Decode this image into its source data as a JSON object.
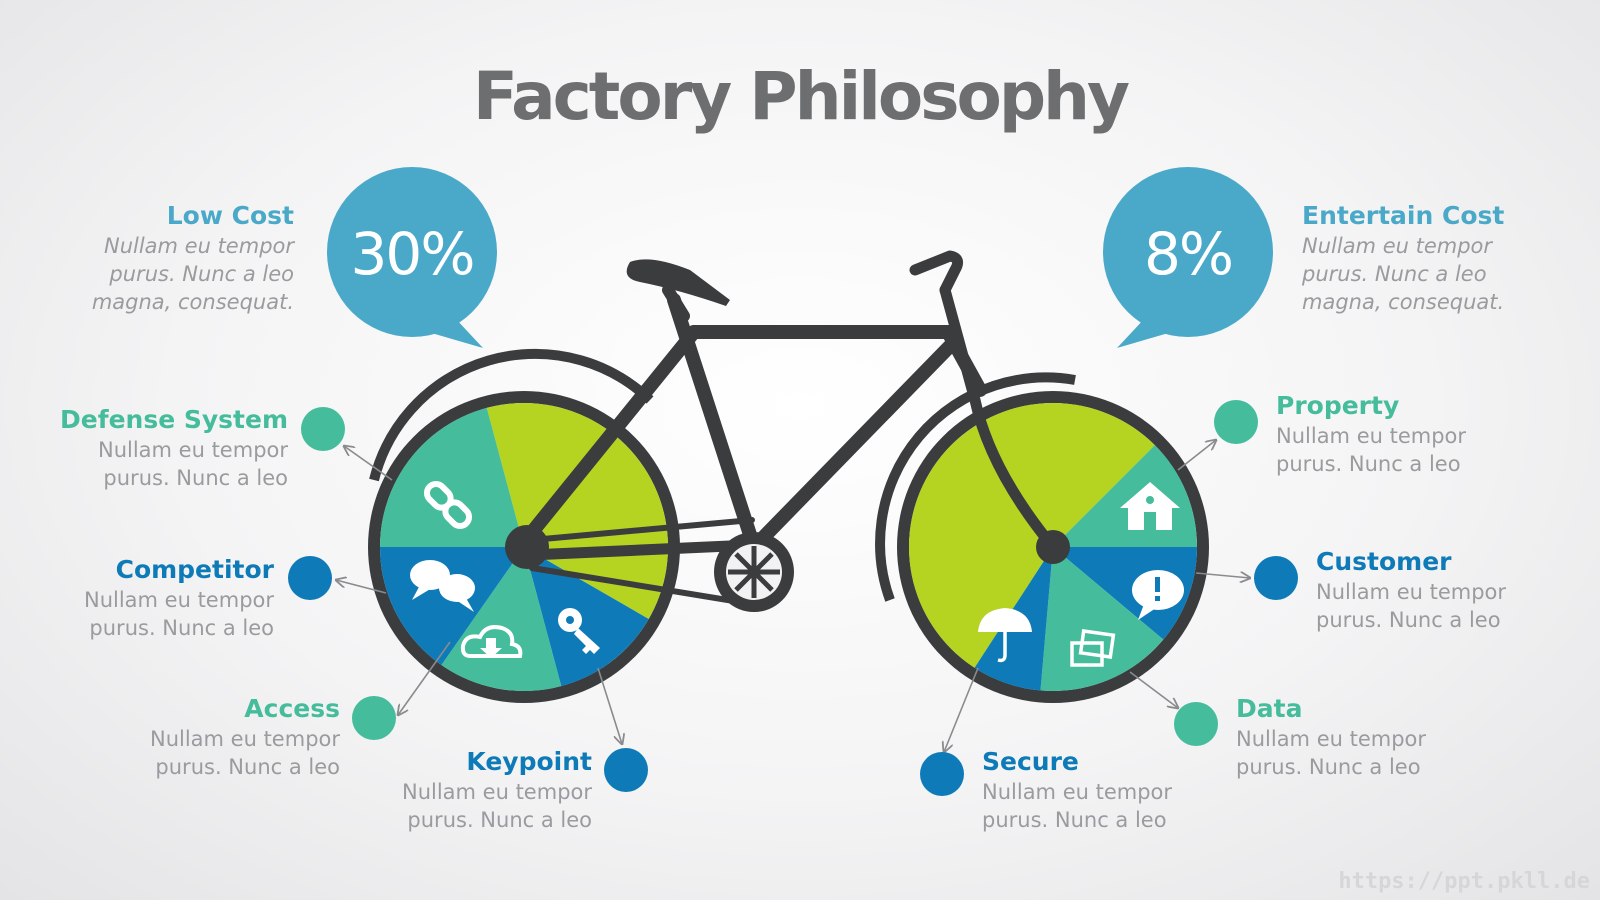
{
  "title": "Factory Philosophy",
  "colors": {
    "lime": "#b5d321",
    "teal": "#45bc9b",
    "blue": "#0e7bb8",
    "bubble": "#4aa9c9",
    "frame": "#3b3c3e",
    "gray_text": "#9a9b9e"
  },
  "stats": {
    "low_cost": {
      "heading": "Low Cost",
      "value": "30%",
      "desc": "Nullam eu tempor\npurus. Nunc a leo\nmagna, consequat."
    },
    "entertain_cost": {
      "heading": "Entertain Cost",
      "value": "8%",
      "desc": "Nullam eu tempor\npurus. Nunc a leo\nmagna, consequat."
    }
  },
  "left_items": [
    {
      "heading": "Defense System",
      "desc": "Nullam eu tempor\npurus. Nunc a leo",
      "icon": "link-icon"
    },
    {
      "heading": "Competitor",
      "desc": "Nullam eu tempor\npurus. Nunc a leo",
      "icon": "chat-bubbles-icon"
    },
    {
      "heading": "Access",
      "desc": "Nullam eu tempor\npurus. Nunc a leo",
      "icon": "cloud-download-icon"
    },
    {
      "heading": "Keypoint",
      "desc": "Nullam eu tempor\npurus. Nunc a leo",
      "icon": "key-icon"
    }
  ],
  "right_items": [
    {
      "heading": "Property",
      "desc": "Nullam eu tempor\npurus. Nunc a leo",
      "icon": "house-icon"
    },
    {
      "heading": "Customer",
      "desc": "Nullam eu tempor\npurus. Nunc a leo",
      "icon": "alert-speech-icon"
    },
    {
      "heading": "Data",
      "desc": "Nullam eu tempor\npurus. Nunc a leo",
      "icon": "photos-icon"
    },
    {
      "heading": "Secure",
      "desc": "Nullam eu tempor\npurus. Nunc a leo",
      "icon": "umbrella-icon"
    }
  ],
  "watermark": "https://ppt.pkll.de"
}
